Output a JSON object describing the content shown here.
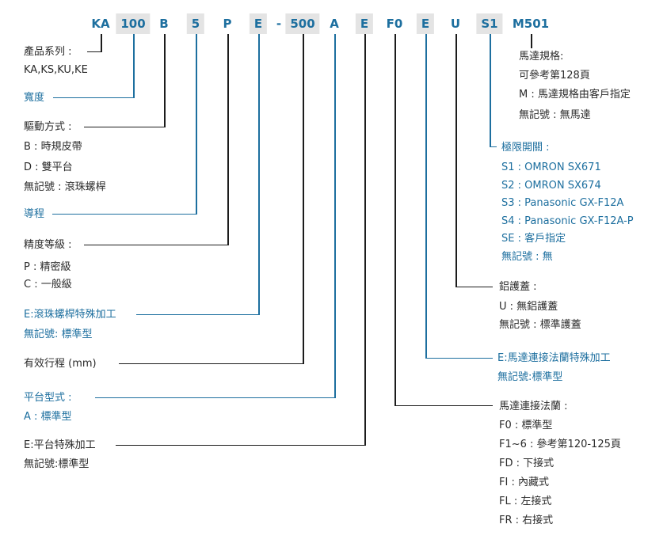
{
  "title": "product-model-code-diagram",
  "colors": {
    "accent_blue": "#1d6f9f",
    "text_black": "#2b2b2b",
    "line_black": "#1c1c1c",
    "cell_gray": "#e4e4e4"
  },
  "header": {
    "segments": [
      "KA",
      "100",
      "B",
      "5",
      "P",
      "E",
      "-",
      "500",
      "A",
      "E",
      "F0",
      "E",
      "U",
      "S1",
      "M501"
    ]
  },
  "sections": {
    "product_series": {
      "title": "產品系列 :",
      "items": [
        "KA,KS,KU,KE"
      ]
    },
    "width": {
      "title": "寬度"
    },
    "drive_type": {
      "title": "驅動方式 :",
      "items": [
        "B : 時規皮帶",
        "D : 雙平台",
        "無記號 : 滾珠螺桿"
      ]
    },
    "lead": {
      "title": "導程"
    },
    "accuracy": {
      "title": "精度等級 :",
      "items": [
        "P : 精密級",
        "C : 一般級"
      ]
    },
    "ballscrew_special": {
      "title": "E:滾珠螺桿特殊加工",
      "items": [
        "無記號: 標準型"
      ]
    },
    "stroke": {
      "title": "有效行程 (mm)"
    },
    "table_type": {
      "title": "平台型式 :",
      "items": [
        "A : 標準型"
      ]
    },
    "table_special": {
      "title": "E:平台特殊加工",
      "items": [
        "無記號:標準型"
      ]
    },
    "motor_spec": {
      "title": "馬達規格:",
      "items": [
        "可參考第128頁",
        "M : 馬達規格由客戶指定",
        "無記號 : 無馬達"
      ]
    },
    "limit_switch": {
      "title": "極限開關 :",
      "items": [
        "S1 : OMRON SX671",
        "S2 : OMRON SX674",
        "S3 : Panasonic GX-F12A",
        "S4 : Panasonic GX-F12A-P",
        "SE : 客戶指定",
        "無記號 : 無"
      ]
    },
    "cover": {
      "title": "鋁護蓋 :",
      "items": [
        "U : 無鋁護蓋",
        "無記號 : 標準護蓋"
      ]
    },
    "flange_special": {
      "title": "E:馬達連接法蘭特殊加工",
      "items": [
        "無記號:標準型"
      ]
    },
    "motor_flange": {
      "title": "馬達連接法蘭 :",
      "items": [
        "F0 : 標準型",
        "F1~6 : 參考第120-125頁",
        "FD : 下接式",
        "FI : 內藏式",
        "FL : 左接式",
        "FR : 右接式"
      ]
    }
  }
}
